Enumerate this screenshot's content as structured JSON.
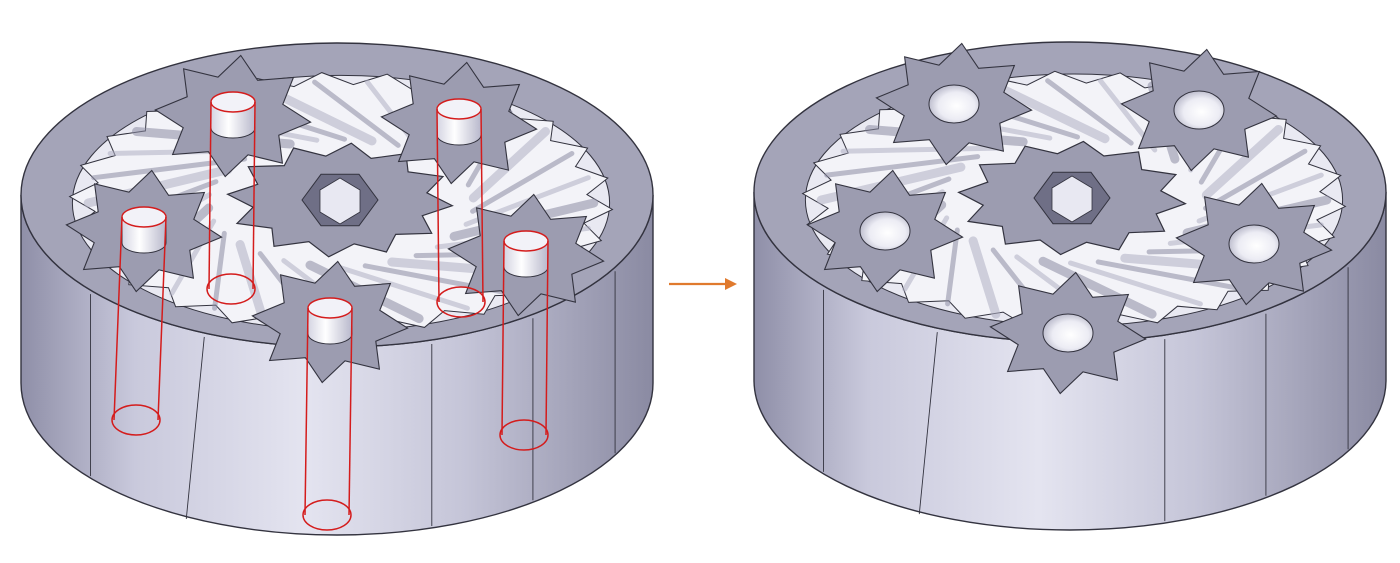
{
  "figure": {
    "background_color": "#ffffff",
    "transition_arrow_color": "#e07a2e",
    "panels": [
      {
        "name": "before-gearbox-render",
        "pin_count": 5,
        "cut_path_color": "#d41c1c",
        "shows_cut_paths": true,
        "shows_bores": false
      },
      {
        "name": "after-gearbox-render",
        "pin_count": 5,
        "shows_cut_paths": false,
        "shows_bores": true
      }
    ],
    "colors": {
      "body_light": "#d9d9ea",
      "body_mid": "#b9b9cf",
      "body_dark": "#9595ad",
      "top_face": "#a4a4b8",
      "gear_face": "#9c9cb0",
      "helix_light": "#f3f3f8",
      "edge": "#33333f"
    }
  }
}
